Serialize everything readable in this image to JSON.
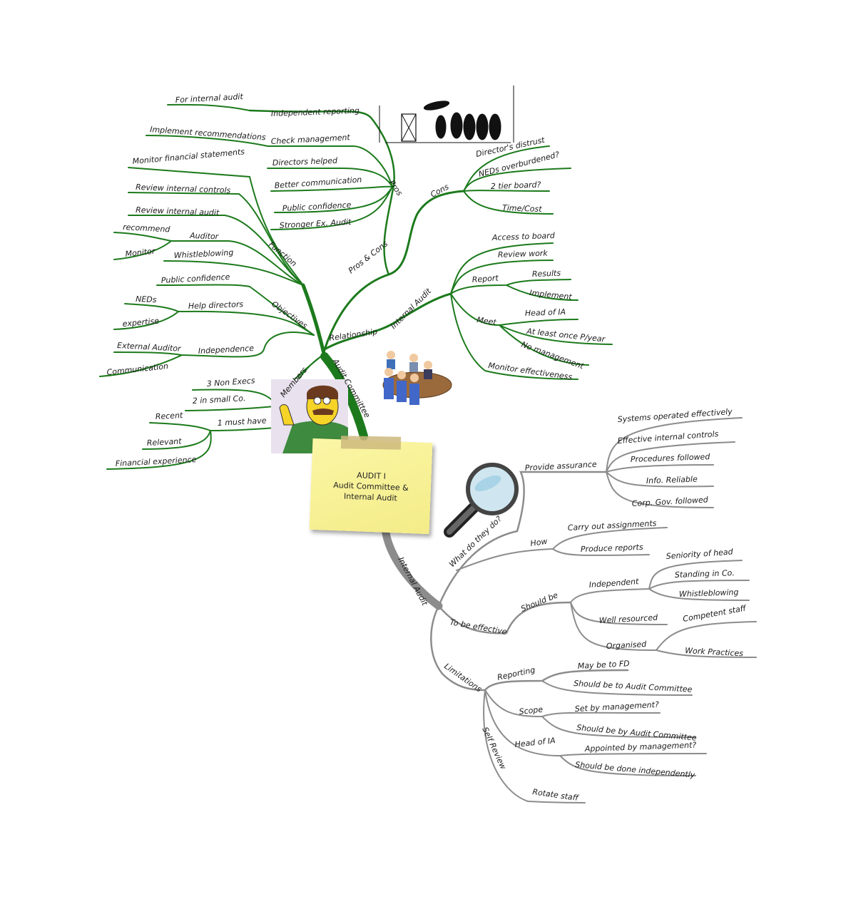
{
  "central": {
    "line1": "AUDIT I",
    "line2": "Audit Committee &",
    "line3": "Internal Audit"
  },
  "colors": {
    "audit_committee_branch": "#1c7a1c",
    "internal_audit_branch": "#8c8c8c",
    "note_fill": "#f6ee92",
    "tape": "#cdb97d"
  },
  "audit_committee": {
    "label": "Audit Committee",
    "pros_cons": {
      "label": "Pros & Cons",
      "pros": {
        "label": "Pros",
        "independent_reporting": "Independent reporting",
        "for_internal_audit": "For internal audit",
        "check_management": "Check management",
        "implement_recommendations": "Implement recommendations",
        "directors_helped": "Directors helped",
        "better_communication": "Better communication",
        "public_confidence": "Public confidence",
        "stronger_ex_audit": "Stronger Ex. Audit"
      },
      "cons": {
        "label": "Cons",
        "directors_distrust": "Director's distrust",
        "neds_overburdened": "NEDs overburdened?",
        "two_tier_board": "2 tier board?",
        "time_cost": "Time/Cost"
      }
    },
    "function": {
      "label": "Function",
      "monitor_financial_statements": "Monitor financial statements",
      "review_internal_controls": "Review internal controls",
      "review_internal_audit": "Review internal audit",
      "auditor": "Auditor",
      "recommend": "recommend",
      "monitor": "Monitor",
      "whistleblowing": "Whistleblowing"
    },
    "objectives": {
      "label": "Objectives",
      "public_confidence": "Public confidence",
      "help_directors": "Help directors",
      "neds": "NEDs",
      "expertise": "expertise",
      "independence": "Independence",
      "external_auditor": "External Auditor",
      "communication": "Communication"
    },
    "members": {
      "label": "Members",
      "three_non_execs": "3 Non Execs",
      "two_in_small_co": "2 in small Co.",
      "one_must_have": "1 must have",
      "recent": "Recent",
      "relevant": "Relevant",
      "financial_experience": "Financial experience"
    },
    "relationship": {
      "label": "Relationship",
      "internal_audit": {
        "label": "Internal Audit",
        "access_to_board": "Access to board",
        "review_work": "Review work",
        "report": "Report",
        "results": "Results",
        "implement": "Implement",
        "meet": "Meet",
        "head_of_ia": "Head of IA",
        "at_least_once": "At least once P/year",
        "no_management": "No management",
        "monitor_effectiveness": "Monitor effectiveness"
      }
    }
  },
  "internal_audit": {
    "label": "Internal Audit",
    "what_do_they_do": {
      "label": "What do they do?",
      "provide_assurance": "Provide assurance",
      "systems_operated": "Systems operated effectively",
      "effective_controls": "Effective internal controls",
      "procedures_followed": "Procedures followed",
      "info_reliable": "Info. Reliable",
      "corp_gov": "Corp. Gov. followed",
      "how": "How",
      "carry_out": "Carry out assignments",
      "produce_reports": "Produce reports"
    },
    "to_be_effective": {
      "label": "To be effective",
      "should_be": "Should be",
      "independent": "Independent",
      "seniority": "Seniority of head",
      "standing": "Standing in Co.",
      "whistleblowing": "Whistleblowing",
      "well_resourced": "Well resourced",
      "organised": "Organised",
      "competent_staff": "Competent staff",
      "work_practices": "Work Practices"
    },
    "limitations": {
      "label": "Limitations",
      "reporting": "Reporting",
      "may_be_to_fd": "May be to FD",
      "should_be_to_ac": "Should be to Audit Committee",
      "scope": "Scope",
      "set_by_management": "Set by management?",
      "should_be_by_ac": "Should be by Audit Committee",
      "head_of_ia": "Head of IA",
      "appointed_by_management": "Appointed by management?",
      "done_independently": "Should be done independently",
      "self_review": "Self Review",
      "rotate_staff": "Rotate staff"
    }
  }
}
